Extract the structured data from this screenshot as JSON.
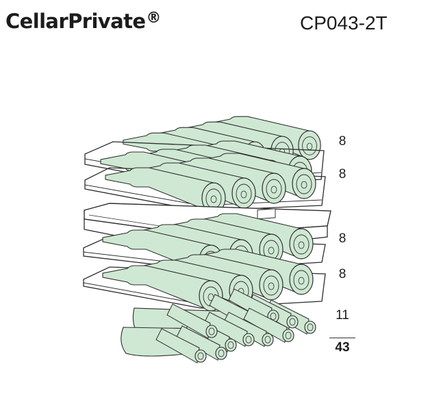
{
  "header": {
    "brand_name": "CellarPrivate",
    "brand_mark": "®",
    "model": "CP043-2T"
  },
  "zones": [
    {
      "label": "8",
      "bottles": 8
    },
    {
      "label": "8",
      "bottles": 8
    },
    {
      "label": "8",
      "bottles": 8
    },
    {
      "label": "8",
      "bottles": 8
    },
    {
      "label": "11",
      "bottles": 11
    }
  ],
  "total": {
    "label": "43"
  },
  "colors": {
    "bottle_fill": "#cfe8d3",
    "bottle_stroke": "#2d2d2d",
    "shelf_fill": "#ffffff",
    "text": "#1c1c1c"
  },
  "icons": {
    "control_panel": "control-panel-icon"
  }
}
